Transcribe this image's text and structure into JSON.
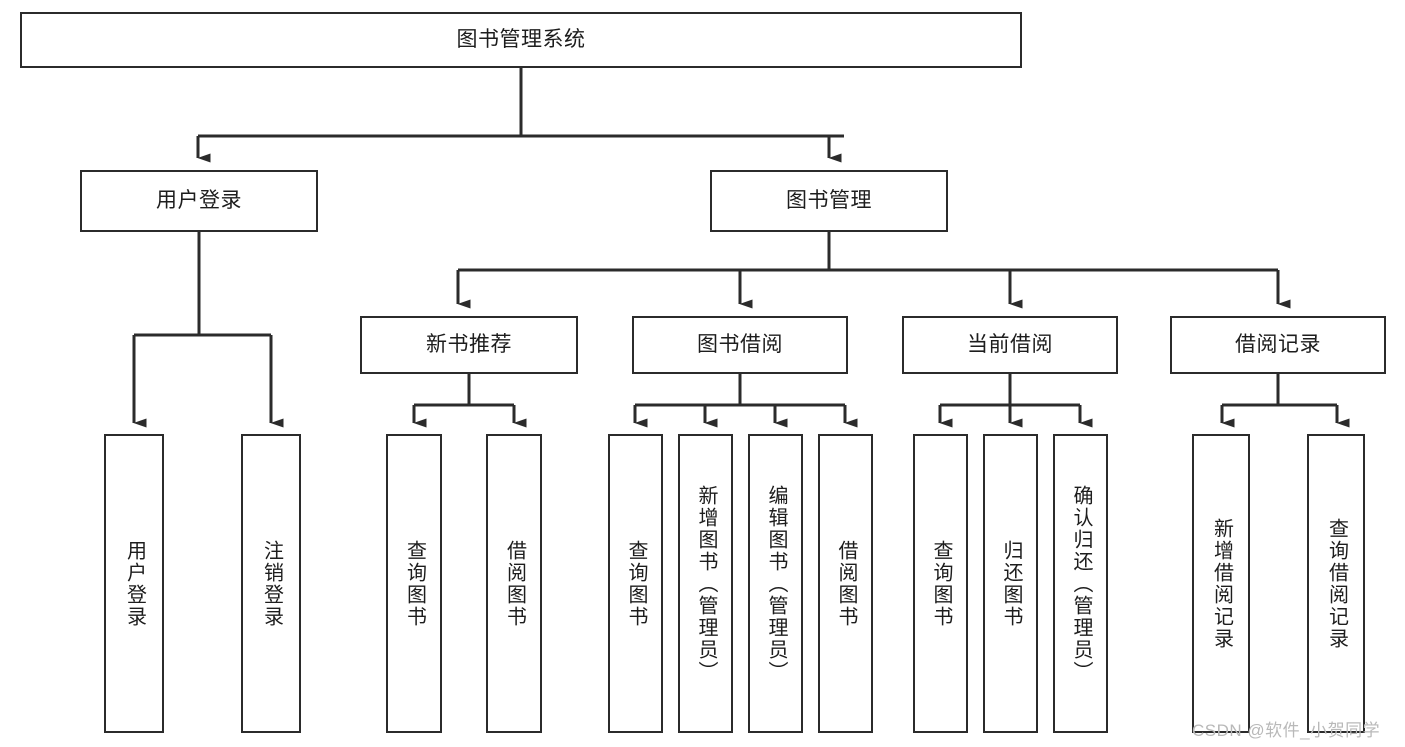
{
  "diagram": {
    "title": "图书管理系统",
    "watermark": "CSDN @软件_小贺同学",
    "line_color": "#2b2b2b",
    "box_fill": "#ffffff",
    "text_color": "#1d1d1d",
    "watermark_color": "#b9b9b9"
  },
  "nodes": {
    "root": {
      "label": "图书管理系统"
    },
    "level1": [
      {
        "label": "用户登录"
      },
      {
        "label": "图书管理"
      }
    ],
    "level2": [
      {
        "label": "新书推荐"
      },
      {
        "label": "图书借阅"
      },
      {
        "label": "当前借阅"
      },
      {
        "label": "借阅记录"
      }
    ],
    "leaves": {
      "user_login": [
        {
          "label": "用户登录"
        },
        {
          "label": "注销登录"
        }
      ],
      "new_book_recommend": [
        {
          "label": "查询图书"
        },
        {
          "label": "借阅图书"
        }
      ],
      "book_borrow": [
        {
          "label": "查询图书"
        },
        {
          "label": "新增图书（管理员）"
        },
        {
          "label": "编辑图书（管理员）"
        },
        {
          "label": "借阅图书"
        }
      ],
      "current_borrow": [
        {
          "label": "查询图书"
        },
        {
          "label": "归还图书"
        },
        {
          "label": "确认归还（管理员）"
        }
      ],
      "borrow_record": [
        {
          "label": "新增借阅记录"
        },
        {
          "label": "查询借阅记录"
        }
      ]
    }
  }
}
